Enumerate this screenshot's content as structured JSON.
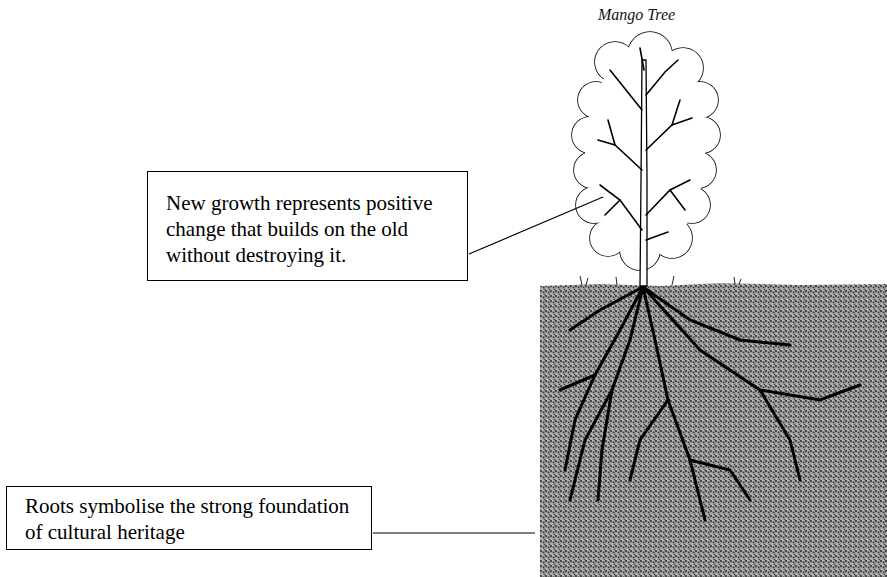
{
  "diagram": {
    "title": "Mango Tree",
    "nodes": [
      {
        "text": [
          "New growth represents positive change that builds on the old without destroying it."
        ]
      },
      {
        "text": [
          "Roots symbolise the strong foundation of cultural heritage"
        ]
      }
    ]
  }
}
